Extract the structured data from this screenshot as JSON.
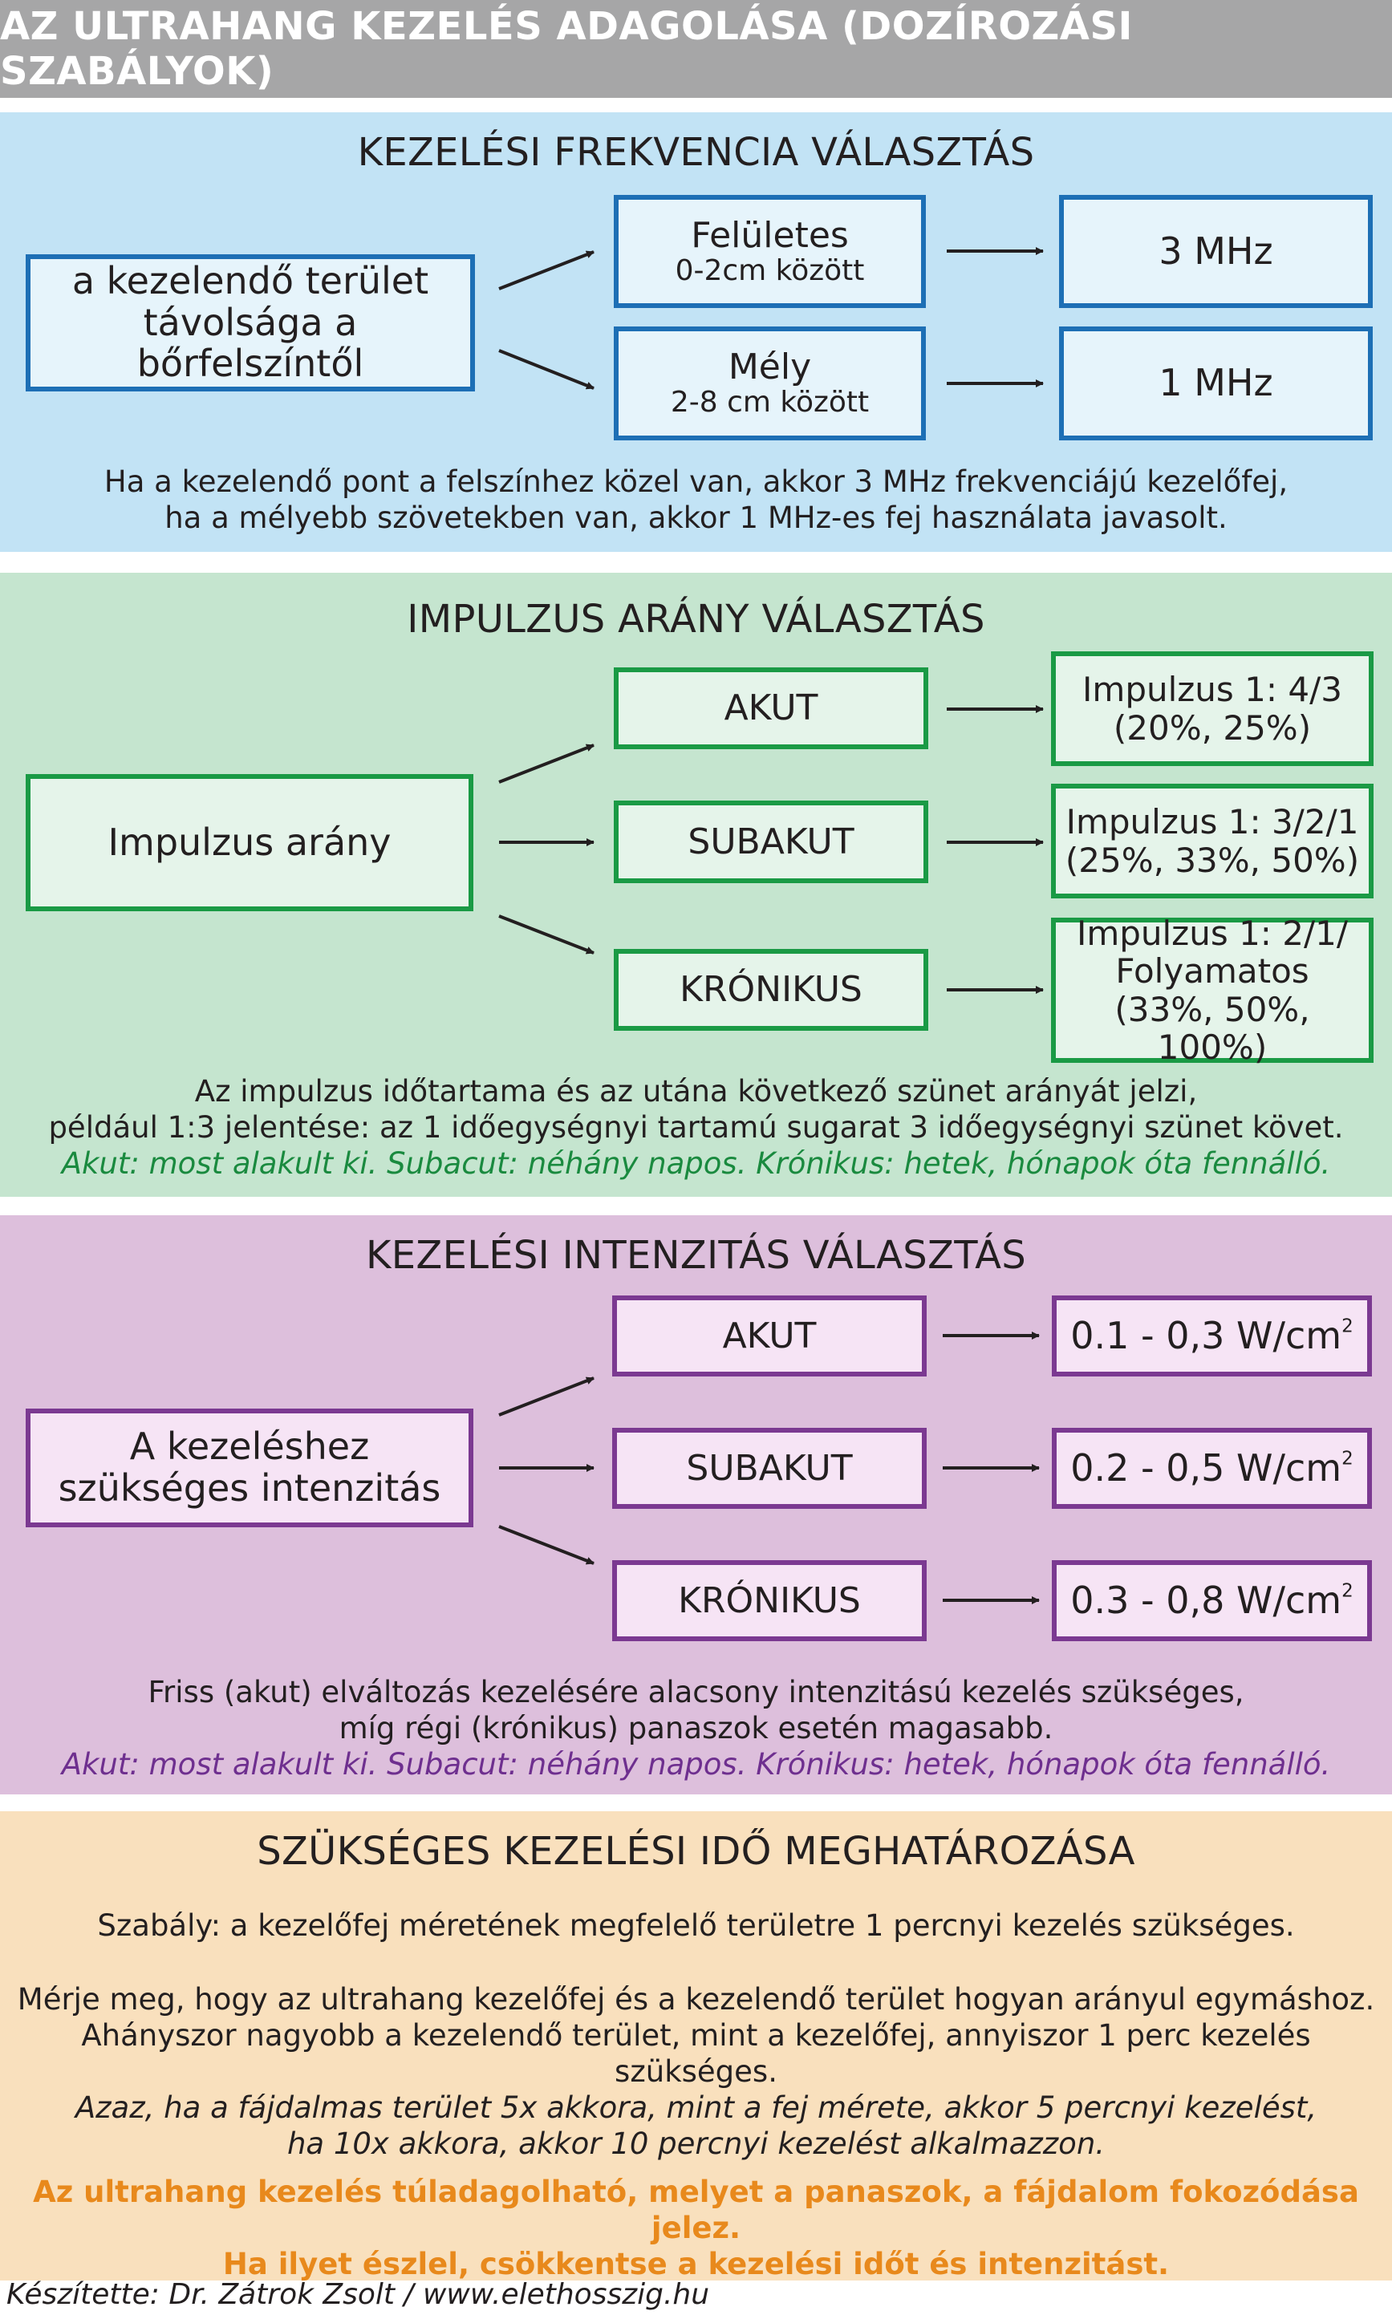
{
  "header": {
    "title": "AZ ULTRAHANG KEZELÉS ADAGOLÁSA (DOZÍROZÁSI SZABÁLYOK)"
  },
  "frequency": {
    "title": "KEZELÉSI FREKVENCIA VÁLASZTÁS",
    "source": [
      "a kezelendő terület",
      "távolsága a bőrfelszíntől"
    ],
    "options": [
      {
        "label": "Felületes",
        "sub": "0-2cm között",
        "result": "3 MHz"
      },
      {
        "label": "Mély",
        "sub": "2-8 cm között",
        "result": "1 MHz"
      }
    ],
    "note": [
      "Ha a kezelendő pont a felszínhez közel van, akkor 3 MHz frekvenciájú kezelőfej,",
      "ha a mélyebb szövetekben van, akkor 1 MHz-es fej használata javasolt."
    ]
  },
  "impulse": {
    "title": "IMPULZUS ARÁNY VÁLASZTÁS",
    "source": "Impulzus arány",
    "options": [
      {
        "label": "AKUT",
        "result": [
          "Impulzus 1: 4/3",
          "(20%, 25%)"
        ]
      },
      {
        "label": "SUBAKUT",
        "result": [
          "Impulzus 1: 3/2/1",
          "(25%, 33%, 50%)"
        ]
      },
      {
        "label": "KRÓNIKUS",
        "result": [
          "Impulzus 1: 2/1/",
          "Folyamatos",
          "(33%, 50%, 100%)"
        ]
      }
    ],
    "note": [
      "Az impulzus időtartama és az utána következő szünet arányát jelzi,",
      "például 1:3 jelentése: az 1 időegységnyi tartamú sugarat 3 időegységnyi szünet követ."
    ],
    "legend": "Akut: most alakult ki. Subacut: néhány napos. Krónikus: hetek, hónapok óta fennálló."
  },
  "intensity": {
    "title": "KEZELÉSI INTENZITÁS VÁLASZTÁS",
    "source": [
      "A kezeléshez",
      "szükséges intenzitás"
    ],
    "options": [
      {
        "label": "AKUT",
        "result": "0.1 - 0,3 W/cm",
        "unit_sup": "2"
      },
      {
        "label": "SUBAKUT",
        "result": "0.2 - 0,5 W/cm",
        "unit_sup": "2"
      },
      {
        "label": "KRÓNIKUS",
        "result": "0.3 - 0,8 W/cm",
        "unit_sup": "2"
      }
    ],
    "note": [
      "Friss (akut) elváltozás kezelésére alacsony intenzitású kezelés szükséges,",
      "míg régi (krónikus) panaszok esetén magasabb."
    ],
    "legend": "Akut: most alakult ki. Subacut: néhány napos. Krónikus: hetek, hónapok óta fennálló."
  },
  "time": {
    "title": "SZÜKSÉGES KEZELÉSI IDŐ MEGHATÁROZÁSA",
    "rule": "Szabály: a kezelőfej méretének megfelelő területre 1 percnyi kezelés szükséges.",
    "lines": [
      "Mérje meg, hogy az ultrahang kezelőfej és a kezelendő terület hogyan arányul egymáshoz.",
      "Ahányszor nagyobb a kezelendő terület, mint a kezelőfej, annyiszor 1 perc kezelés szükséges."
    ],
    "example": [
      "Azaz, ha a fájdalmas terület 5x akkora, mint a fej mérete, akkor 5 percnyi kezelést,",
      "ha 10x akkora, akkor 10 percnyi kezelést alkalmazzon."
    ],
    "warning": [
      "Az ultrahang kezelés túladagolható, melyet a panaszok, a fájdalom fokozódása jelez.",
      "Ha ilyet észlel, csökkentse a kezelési időt és intenzitást."
    ]
  },
  "footer": {
    "credit": "Készítette: Dr. Zátrok Zsolt / www.elethosszig.hu"
  },
  "colors": {
    "header_bg": "#a6a6a7",
    "blue_panel": "#c2e3f5",
    "blue_border": "#1d6fb5",
    "green_panel": "#c5e5cf",
    "green_border": "#1a9a45",
    "purple_panel": "#ddbfdc",
    "purple_border": "#7b3991",
    "orange_panel": "#f9e0bd",
    "warning_text": "#e8891c"
  }
}
